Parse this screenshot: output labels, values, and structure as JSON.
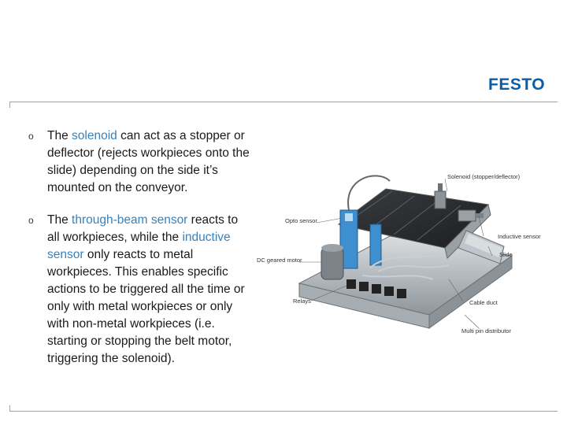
{
  "brand": {
    "logo_text": "FESTO",
    "logo_color": "#0a5ea8"
  },
  "bullets": [
    {
      "marker": "o",
      "parts": [
        "The ",
        "solenoid",
        " can act as a stopper or deflector (rejects workpieces onto the slide) depending on the side it’s mounted on the conveyor."
      ]
    },
    {
      "marker": "o",
      "parts": [
        "The ",
        "through-beam sensor",
        " reacts to all workpieces, while the ",
        "inductive sensor",
        " only reacts to metal workpieces. This enables specific actions to be triggered all the time or only with metal workpieces or only with non-metal workpieces (i.e. starting or stopping the belt motor, triggering the solenoid)."
      ]
    }
  ],
  "figure": {
    "callouts": {
      "solenoid": "Solenoid (stopper/deflector)",
      "opto": "Opto sensor",
      "inductive": "Inductive sensor",
      "dc_motor": "DC geared motor",
      "slide": "Slide",
      "relays": "Relays",
      "cable_duct": "Cable duct",
      "multipin": "Multi pin distributor"
    }
  },
  "colors": {
    "highlight": "#3a80b8",
    "rule": "#9aa0a6",
    "sensor_blue": "#3e8fd0"
  }
}
